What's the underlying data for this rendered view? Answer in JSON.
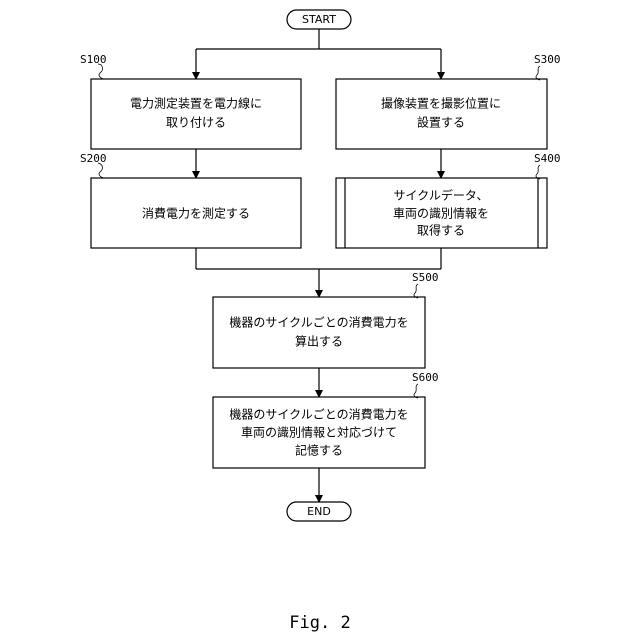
{
  "terminals": {
    "start": "START",
    "end": "END"
  },
  "steps": {
    "s100": {
      "label": "S100",
      "lines": [
        "電力測定装置を電力線に",
        "取り付ける"
      ]
    },
    "s200": {
      "label": "S200",
      "lines": [
        "消費電力を測定する"
      ]
    },
    "s300": {
      "label": "S300",
      "lines": [
        "撮像装置を撮影位置に",
        "設置する"
      ]
    },
    "s400": {
      "label": "S400",
      "lines": [
        "サイクルデータ、",
        "車両の識別情報を",
        "取得する"
      ]
    },
    "s500": {
      "label": "S500",
      "lines": [
        "機器のサイクルごとの消費電力を",
        "算出する"
      ]
    },
    "s600": {
      "label": "S600",
      "lines": [
        "機器のサイクルごとの消費電力を",
        "車両の識別情報と対応づけて",
        "記憶する"
      ]
    }
  },
  "figure_caption": "Fig. 2"
}
